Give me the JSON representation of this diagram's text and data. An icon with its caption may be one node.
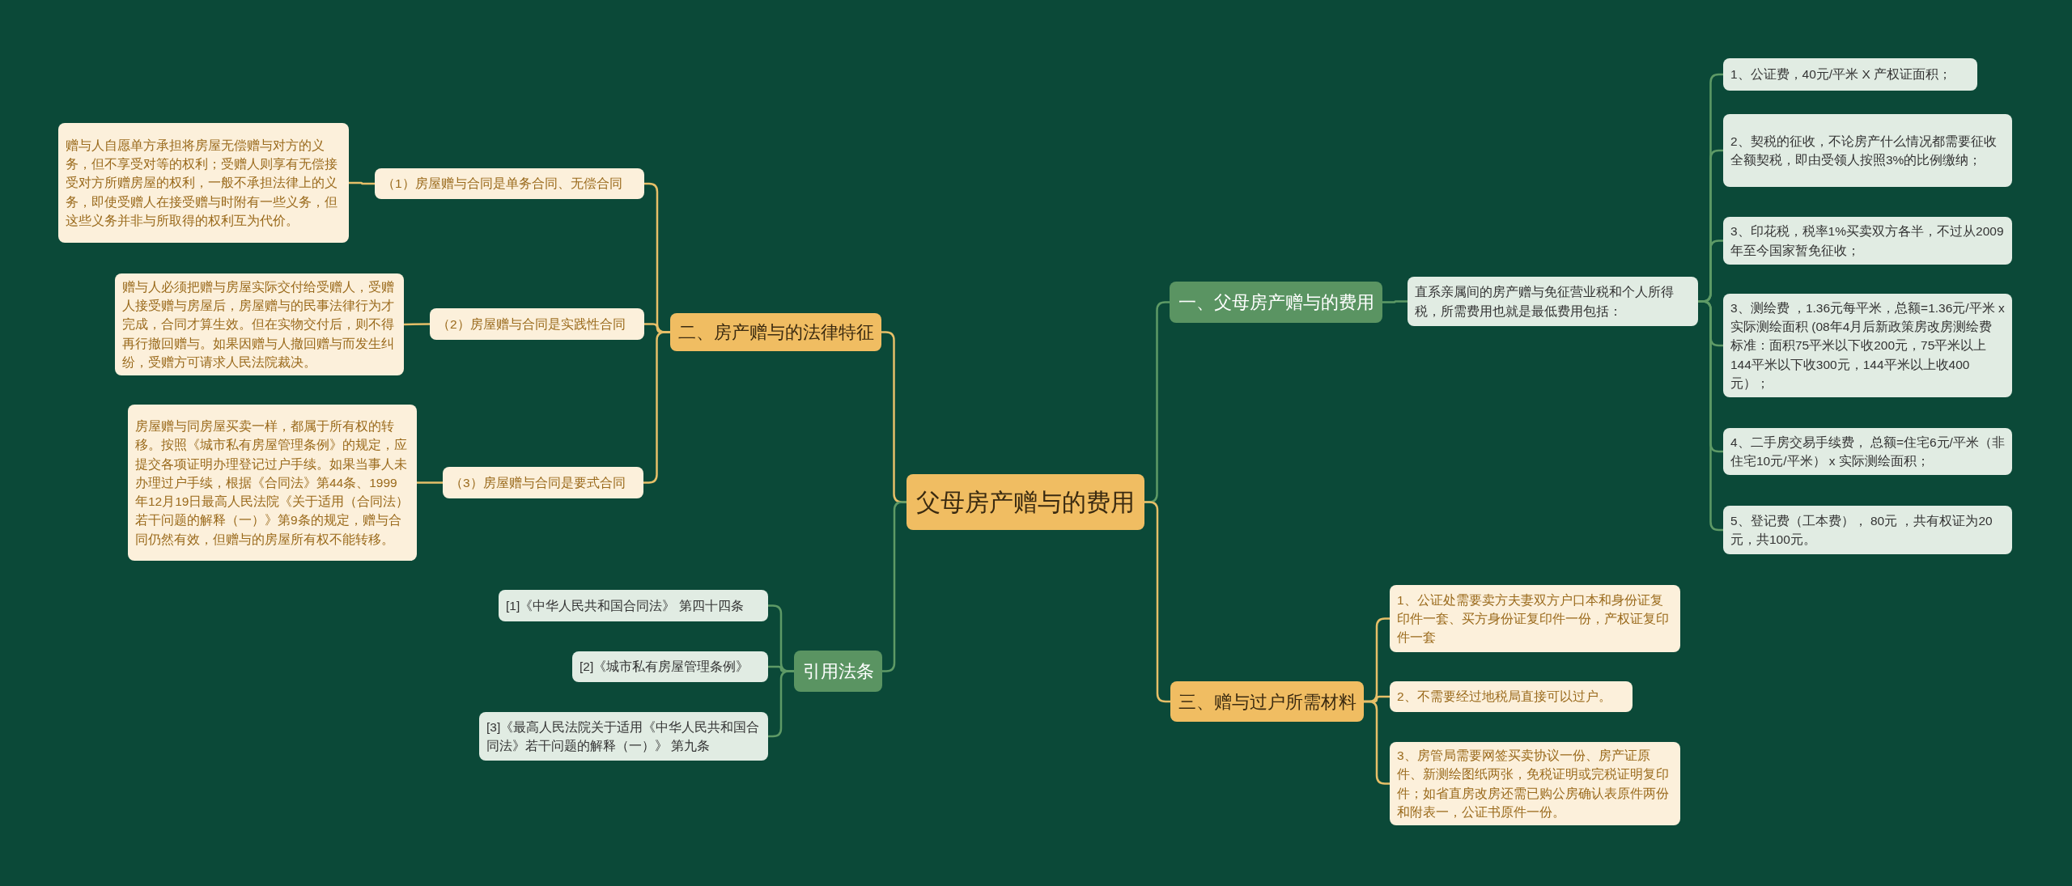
{
  "diagram": {
    "nodes": [
      {
        "text": [
          "父母房产赠与的费用"
        ]
      },
      {
        "text": [
          "二、房产赠与的法律特征"
        ]
      },
      {
        "text": [
          "（1）房屋赠与合同是单务合同、无偿合同"
        ]
      },
      {
        "text": [
          "赠与人自愿单方承担将房屋无偿赠与对方的义务，但不享受对等的权利；受赠人则享有无偿接受对方所赠房屋的权利，一般不承担法律上的义务，即使受赠人在接受赠与时附有一些义务，但这些义务并非与所取得的权利互为代价。"
        ]
      },
      {
        "text": [
          "（2）房屋赠与合同是实践性合同"
        ]
      },
      {
        "text": [
          "赠与人必须把赠与房屋实际交付给受赠人，受赠人接受赠与房屋后，房屋赠与的民事法律行为才完成，合同才算生效。但在实物交付后，则不得再行撤回赠与。如果因赠与人撤回赠与而发生纠纷，受赠方可请求人民法院裁决。"
        ]
      },
      {
        "text": [
          "（3）房屋赠与合同是要式合同"
        ]
      },
      {
        "text": [
          "房屋赠与同房屋买卖一样，都属于所有权的转移。按照《城市私有房屋管理条例》的规定，应提交各项证明办理登记过户手续。如果当事人未办理过户手续，根据《合同法》第44条、1999年12月19日最高人民法院《关于适用（合同法）若干问题的解释（一）》第9条的规定，赠与合同仍然有效，但赠与的房屋所有权不能转移。"
        ]
      },
      {
        "text": [
          "引用法条"
        ]
      },
      {
        "text": [
          "[1]《中华人民共和国合同法》 第四十四条"
        ]
      },
      {
        "text": [
          "[2]《城市私有房屋管理条例》"
        ]
      },
      {
        "text": [
          "[3]《最高人民法院关于适用《中华人民共和国合同法》若干问题的解释（一）》 第九条"
        ]
      },
      {
        "text": [
          "一、父母房产赠与的费用"
        ]
      },
      {
        "text": [
          "直系亲属间的房产赠与免征营业税和个人所得税，所需费用也就是最低费用包括："
        ]
      },
      {
        "text": [
          "1、公证费，40元/平米 X 产权证面积；"
        ]
      },
      {
        "text": [
          "2、契税的征收，不论房产什么情况都需要征收全额契税，即由受领人按照3%的比例缴纳；"
        ]
      },
      {
        "text": [
          "3、印花税，税率1%买卖双方各半，不过从2009年至今国家暂免征收；"
        ]
      },
      {
        "text": [
          "3、测绘费 ，1.36元每平米，总额=1.36元/平米 x 实际测绘面积 (08年4月后新政策房改房测绘费标准：面积75平米以下收200元，75平米以上144平米以下收300元，144平米以上收400元）；"
        ]
      },
      {
        "text": [
          "4、二手房交易手续费， 总额=住宅6元/平米（非住宅10元/平米） x 实际测绘面积；"
        ]
      },
      {
        "text": [
          "5、登记费（工本费）， 80元 ，共有权证为20元，共100元。"
        ]
      },
      {
        "text": [
          "三、赠与过户所需材料"
        ]
      },
      {
        "text": [
          "1、公证处需要卖方夫妻双方户口本和身份证复印件一套、买方身份证复印件一份，产权证复印件一套"
        ]
      },
      {
        "text": [
          "2、不需要经过地税局直接可以过户。"
        ]
      },
      {
        "text": [
          "3、房管局需要网签买卖协议一份、房产证原件、新测绘图纸两张，免税证明或完税证明复印件；如省直房改房还需已购公房确认表原件两份和附表一，公证书原件一份。"
        ]
      }
    ],
    "edges": [
      {
        "from": 0,
        "to": 1,
        "arrow": "none",
        "color": "#e6bf68"
      },
      {
        "from": 1,
        "to": 2,
        "arrow": "none",
        "color": "#e6bf68"
      },
      {
        "from": 2,
        "to": 3,
        "arrow": "none",
        "color": "#e6bf68"
      },
      {
        "from": 1,
        "to": 4,
        "arrow": "none",
        "color": "#e6bf68"
      },
      {
        "from": 4,
        "to": 5,
        "arrow": "none",
        "color": "#e6bf68"
      },
      {
        "from": 1,
        "to": 6,
        "arrow": "none",
        "color": "#e6bf68"
      },
      {
        "from": 6,
        "to": 7,
        "arrow": "none",
        "color": "#e6bf68"
      },
      {
        "from": 0,
        "to": 8,
        "arrow": "none",
        "color": "#5e9a66"
      },
      {
        "from": 8,
        "to": 9,
        "arrow": "none",
        "color": "#5e9a66"
      },
      {
        "from": 8,
        "to": 10,
        "arrow": "none",
        "color": "#5e9a66"
      },
      {
        "from": 8,
        "to": 11,
        "arrow": "none",
        "color": "#5e9a66"
      },
      {
        "from": 0,
        "to": 12,
        "arrow": "none",
        "color": "#5e9a66"
      },
      {
        "from": 12,
        "to": 13,
        "arrow": "none",
        "color": "#5e9a66"
      },
      {
        "from": 13,
        "to": 14,
        "arrow": "none",
        "color": "#5e9a66"
      },
      {
        "from": 13,
        "to": 15,
        "arrow": "none",
        "color": "#5e9a66"
      },
      {
        "from": 13,
        "to": 16,
        "arrow": "none",
        "color": "#5e9a66"
      },
      {
        "from": 13,
        "to": 17,
        "arrow": "none",
        "color": "#5e9a66"
      },
      {
        "from": 13,
        "to": 18,
        "arrow": "none",
        "color": "#5e9a66"
      },
      {
        "from": 13,
        "to": 19,
        "arrow": "none",
        "color": "#5e9a66"
      },
      {
        "from": 0,
        "to": 20,
        "arrow": "none",
        "color": "#e6bf68"
      },
      {
        "from": 20,
        "to": 21,
        "arrow": "none",
        "color": "#e6bf68"
      },
      {
        "from": 20,
        "to": 22,
        "arrow": "none",
        "color": "#e6bf68"
      },
      {
        "from": 20,
        "to": 23,
        "arrow": "none",
        "color": "#e6bf68"
      }
    ]
  }
}
